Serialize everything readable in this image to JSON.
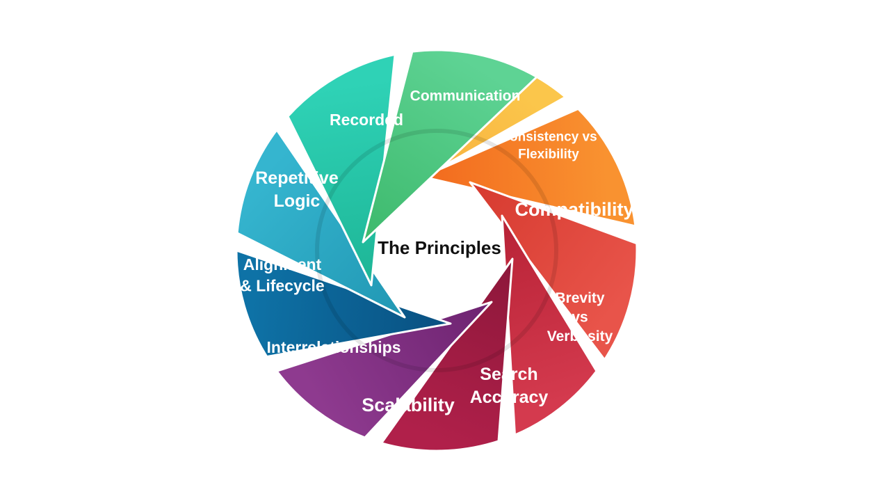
{
  "diagram": {
    "center_label": "The Principles",
    "segments": [
      {
        "lines": [
          "Communication"
        ],
        "color": "#FBC64B",
        "dark": "#F6A93A"
      },
      {
        "lines": [
          "Consistency vs",
          "Flexibility"
        ],
        "color": "#F99230",
        "dark": "#F26A1E"
      },
      {
        "lines": [
          "Compatibility"
        ],
        "color": "#E8544A",
        "dark": "#D63A2F"
      },
      {
        "lines": [
          "Brevity",
          "vs",
          "Verbosity"
        ],
        "color": "#D43A4E",
        "dark": "#B72236"
      },
      {
        "lines": [
          "Search",
          "Accuracy"
        ],
        "color": "#B0204A",
        "dark": "#8C173A"
      },
      {
        "lines": [
          "Scalability"
        ],
        "color": "#8E3A8F",
        "dark": "#6D2370"
      },
      {
        "lines": [
          "Interrelationships"
        ],
        "color": "#0E72A6",
        "dark": "#094F80"
      },
      {
        "lines": [
          "Alignment",
          "& Lifecycle"
        ],
        "color": "#35B5CF",
        "dark": "#2197B3"
      },
      {
        "lines": [
          "Repetitive",
          "Logic"
        ],
        "color": "#2FD2B6",
        "dark": "#1DB596"
      },
      {
        "lines": [
          "Recorded"
        ],
        "color": "#5ED394",
        "dark": "#3DB96C"
      }
    ]
  }
}
